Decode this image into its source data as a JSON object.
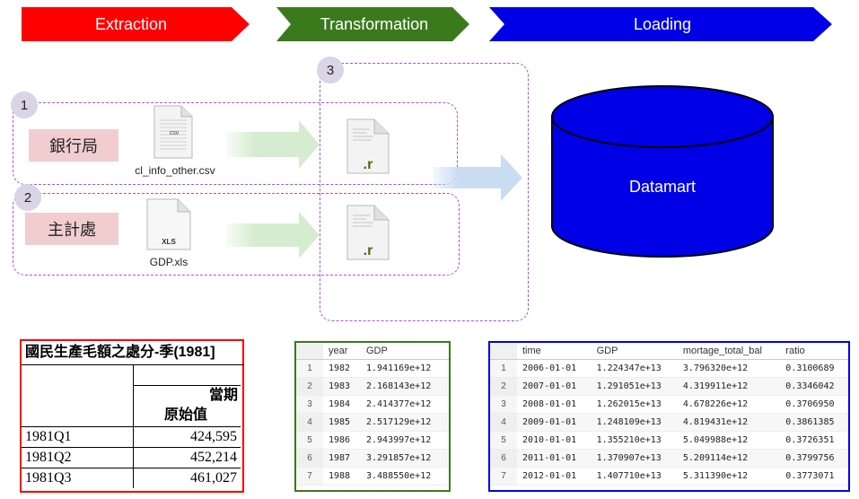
{
  "stages": {
    "extraction": {
      "label": "Extraction",
      "color": "#ff0000"
    },
    "transformation": {
      "label": "Transformation",
      "color": "#3a7a1c"
    },
    "loading": {
      "label": "Loading",
      "color": "#0000e6"
    }
  },
  "steps": [
    "1",
    "2",
    "3"
  ],
  "sources": [
    {
      "label": "銀行局",
      "file_type": "csv",
      "file_name": "cl_info_other.csv"
    },
    {
      "label": "主計處",
      "file_type": "XLS",
      "file_name": "GDP.xls"
    }
  ],
  "script_ext": ".r",
  "datamart": {
    "label": "Datamart",
    "color": "#0000e6"
  },
  "gdp_sheet": {
    "title": "國民生產毛額之處分-季(1981]",
    "header1": "當期",
    "header2": "原始值",
    "rows": [
      {
        "q": "1981Q1",
        "v": "424,595"
      },
      {
        "q": "1981Q2",
        "v": "452,214"
      },
      {
        "q": "1981Q3",
        "v": "461,027"
      }
    ]
  },
  "df_gdp": {
    "columns": [
      "",
      "year",
      "GDP"
    ],
    "rows": [
      [
        "1",
        "1982",
        "1.941169e+12"
      ],
      [
        "2",
        "1983",
        "2.168143e+12"
      ],
      [
        "3",
        "1984",
        "2.414377e+12"
      ],
      [
        "4",
        "1985",
        "2.517129e+12"
      ],
      [
        "5",
        "1986",
        "2.943997e+12"
      ],
      [
        "6",
        "1987",
        "3.291857e+12"
      ],
      [
        "7",
        "1988",
        "3.488550e+12"
      ]
    ]
  },
  "df_merged": {
    "columns": [
      "",
      "time",
      "GDP",
      "mortage_total_bal",
      "ratio"
    ],
    "rows": [
      [
        "1",
        "2006-01-01",
        "1.224347e+13",
        "3.796320e+12",
        "0.3100689"
      ],
      [
        "2",
        "2007-01-01",
        "1.291051e+13",
        "4.319911e+12",
        "0.3346042"
      ],
      [
        "3",
        "2008-01-01",
        "1.262015e+13",
        "4.678226e+12",
        "0.3706950"
      ],
      [
        "4",
        "2009-01-01",
        "1.248109e+13",
        "4.819431e+12",
        "0.3861385"
      ],
      [
        "5",
        "2010-01-01",
        "1.355210e+13",
        "5.049988e+12",
        "0.3726351"
      ],
      [
        "6",
        "2011-01-01",
        "1.370907e+13",
        "5.209114e+12",
        "0.3799756"
      ],
      [
        "7",
        "2012-01-01",
        "1.407710e+13",
        "5.311390e+12",
        "0.3773071"
      ]
    ]
  }
}
